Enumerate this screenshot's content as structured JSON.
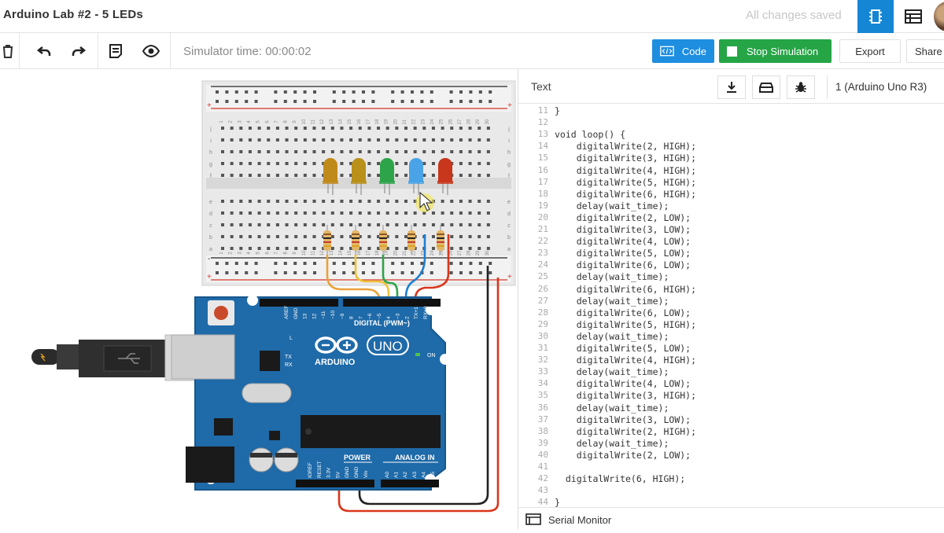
{
  "header": {
    "title": "Arduino Lab #2 - 5 LEDs",
    "status": "All changes saved",
    "views": [
      {
        "icon": "circuit-view-icon",
        "active": true
      },
      {
        "icon": "component-list-icon",
        "active": false
      }
    ]
  },
  "toolbar": {
    "icons": [
      "delete-icon",
      "undo-icon",
      "redo-icon",
      "notes-icon",
      "visibility-icon"
    ],
    "sim_time": "Simulator time: 00:00:02",
    "code_label": "Code",
    "stop_label": "Stop Simulation",
    "export_label": "Export",
    "share_label": "Share"
  },
  "code_panel": {
    "mode": "Text",
    "device": "1 (Arduino Uno R3)",
    "footer": "Serial Monitor",
    "lines": [
      {
        "n": "11",
        "t": "}"
      },
      {
        "n": "12",
        "t": ""
      },
      {
        "n": "13",
        "t": "void loop() {"
      },
      {
        "n": "14",
        "t": "    digitalWrite(2, HIGH);"
      },
      {
        "n": "15",
        "t": "    digitalWrite(3, HIGH);"
      },
      {
        "n": "16",
        "t": "    digitalWrite(4, HIGH);"
      },
      {
        "n": "17",
        "t": "    digitalWrite(5, HIGH);"
      },
      {
        "n": "18",
        "t": "    digitalWrite(6, HIGH);"
      },
      {
        "n": "19",
        "t": "    delay(wait_time);"
      },
      {
        "n": "20",
        "t": "    digitalWrite(2, LOW);"
      },
      {
        "n": "21",
        "t": "    digitalWrite(3, LOW);"
      },
      {
        "n": "22",
        "t": "    digitalWrite(4, LOW);"
      },
      {
        "n": "23",
        "t": "    digitalWrite(5, LOW);"
      },
      {
        "n": "24",
        "t": "    digitalWrite(6, LOW);"
      },
      {
        "n": "25",
        "t": "    delay(wait_time);"
      },
      {
        "n": "26",
        "t": "    digitalWrite(6, HIGH);"
      },
      {
        "n": "27",
        "t": "    delay(wait_time);"
      },
      {
        "n": "28",
        "t": "    digitalWrite(6, LOW);"
      },
      {
        "n": "29",
        "t": "    digitalWrite(5, HIGH);"
      },
      {
        "n": "30",
        "t": "    delay(wait_time);"
      },
      {
        "n": "31",
        "t": "    digitalWrite(5, LOW);"
      },
      {
        "n": "32",
        "t": "    digitalWrite(4, HIGH);"
      },
      {
        "n": "33",
        "t": "    delay(wait_time);"
      },
      {
        "n": "34",
        "t": "    digitalWrite(4, LOW);"
      },
      {
        "n": "35",
        "t": "    digitalWrite(3, HIGH);"
      },
      {
        "n": "36",
        "t": "    delay(wait_time);"
      },
      {
        "n": "37",
        "t": "    digitalWrite(3, LOW);"
      },
      {
        "n": "38",
        "t": "    digitalWrite(2, HIGH);"
      },
      {
        "n": "39",
        "t": "    delay(wait_time);"
      },
      {
        "n": "40",
        "t": "    digitalWrite(2, LOW);"
      },
      {
        "n": "41",
        "t": ""
      },
      {
        "n": "42",
        "t": "  digitalWrite(6, HIGH);"
      },
      {
        "n": "43",
        "t": ""
      },
      {
        "n": "44",
        "t": "}"
      }
    ]
  },
  "circuit": {
    "breadboard_row_letters_top": [
      "j",
      "i",
      "h",
      "g",
      "f"
    ],
    "breadboard_row_letters_bottom": [
      "e",
      "d",
      "c",
      "b",
      "a"
    ],
    "breadboard_cols": [
      "1",
      "2",
      "3",
      "4",
      "5",
      "6",
      "7",
      "8",
      "9",
      "10",
      "11",
      "12",
      "13",
      "14",
      "15",
      "16",
      "17",
      "18",
      "19",
      "20",
      "21",
      "22",
      "23",
      "24",
      "25",
      "26",
      "27",
      "28",
      "29",
      "30"
    ],
    "rail_plus": "+",
    "rail_minus": "-",
    "leds": [
      {
        "color": "#c08a1a",
        "state": "on"
      },
      {
        "color": "#b8901a",
        "state": "on"
      },
      {
        "color": "#2ea44a",
        "state": "on"
      },
      {
        "color": "#49a3e6",
        "state": "on"
      },
      {
        "color": "#c8361c",
        "state": "on"
      }
    ],
    "wire_colors": [
      "#e8a23a",
      "#f0c23a",
      "#2ea44a",
      "#1f7fd1",
      "#d9361c"
    ],
    "arduino": {
      "brand": "ARDUINO",
      "model": "UNO",
      "digital_label": "DIGITAL (PWM~)",
      "power_label": "POWER",
      "analog_label": "ANALOG IN",
      "on_label": "ON",
      "tx_label": "TX",
      "rx_label": "RX",
      "l_label": "L",
      "digital_pins": [
        "AREF",
        "GND",
        "13",
        "12",
        "~11",
        "~10",
        "~9",
        "8",
        "7",
        "~6",
        "~5",
        "4",
        "~3",
        "2",
        "TX+1",
        "RX+0"
      ],
      "power_pins": [
        "IOREF",
        "RESET",
        "3.3V",
        "5V",
        "GND",
        "GND",
        "Vin"
      ],
      "analog_pins": [
        "A0",
        "A1",
        "A2",
        "A3",
        "A4",
        "A5"
      ]
    }
  }
}
